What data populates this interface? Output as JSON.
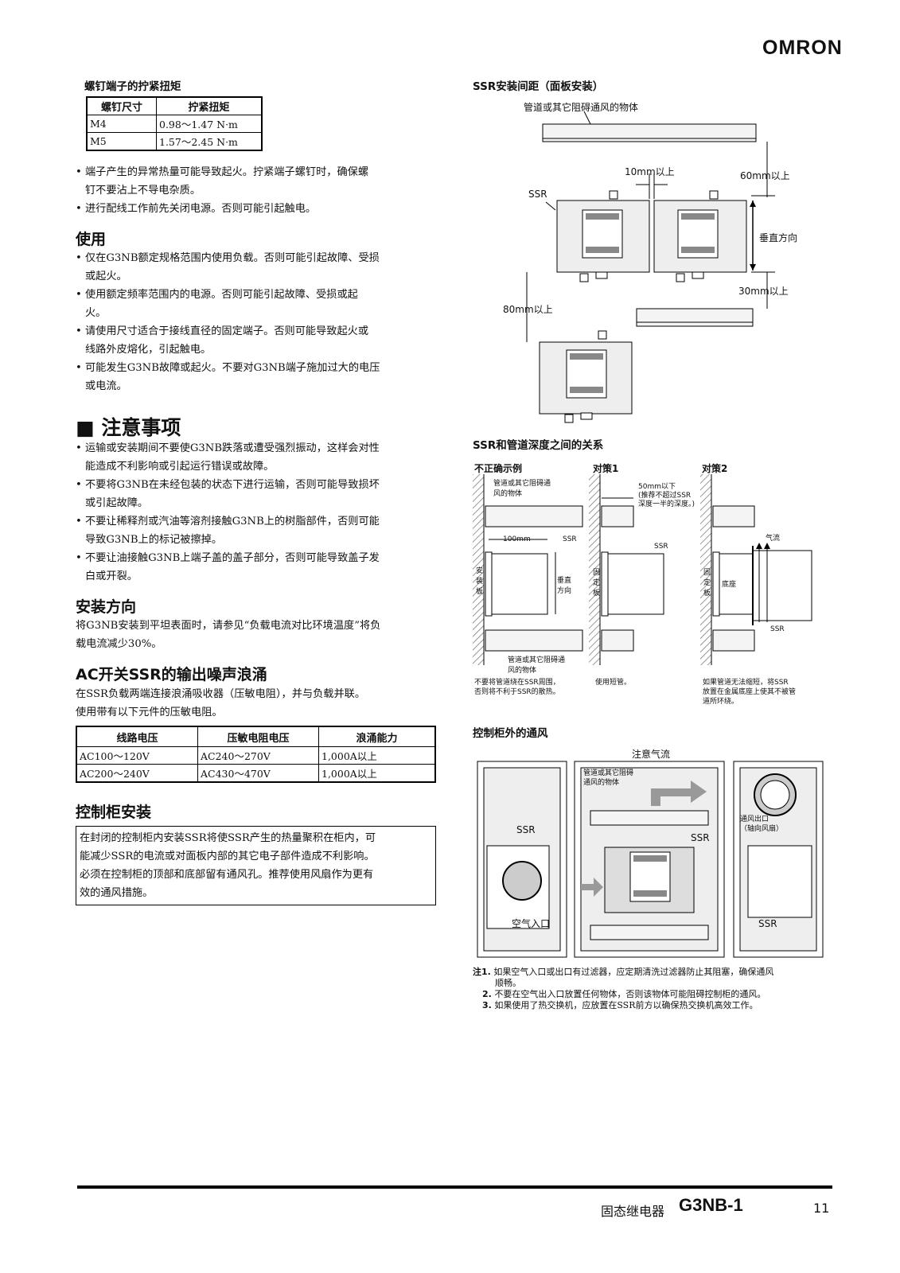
{
  "header": {
    "logo": "OMRON"
  },
  "left": {
    "torque": {
      "title": "螺钉端子的拧紧扭矩",
      "headers": [
        "螺钉尺寸",
        "拧紧扭矩"
      ],
      "rows": [
        [
          "M4",
          "0.98～1.47 N·m"
        ],
        [
          "M5",
          "1.57～2.45 N·m"
        ]
      ]
    },
    "torque_bullets": [
      "端子产生的异常热量可能导致起火。拧紧端子螺钉时，确保螺",
      "钉不要沾上不导电杂质。",
      "进行配线工作前先关闭电源。否则可能引起触电。"
    ],
    "use": {
      "title": "使用",
      "bullets": [
        [
          "仅在G3NB额定规格范围内使用负载。否则可能引起故障、受损",
          "或起火。"
        ],
        [
          "使用额定频率范围内的电源。否则可能引起故障、受损或起",
          "火。"
        ],
        [
          "请使用尺寸适合于接线直径的固定端子。否则可能导致起火或",
          "线路外皮熔化，引起触电。"
        ],
        [
          "可能发生G3NB故障或起火。不要对G3NB端子施加过大的电压",
          "或电流。"
        ]
      ]
    },
    "caution": {
      "title": "■ 注意事项",
      "bullets": [
        [
          "运输或安装期间不要使G3NB跌落或遭受强烈振动，这样会对性",
          "能造成不利影响或引起运行错误或故障。"
        ],
        [
          "不要将G3NB在未经包装的状态下进行运输，否则可能导致损坏",
          "或引起故障。"
        ],
        [
          "不要让稀释剂或汽油等溶剂接触G3NB上的树脂部件，否则可能",
          "导致G3NB上的标记被擦掉。"
        ],
        [
          "不要让油接触G3NB上端子盖的盖子部分，否则可能导致盖子发",
          "白或开裂。"
        ]
      ]
    },
    "mounting": {
      "title": "安装方向",
      "lines": [
        "将G3NB安装到平坦表面时，请参见“负载电流对比环境温度”将负",
        "载电流减少30%。"
      ]
    },
    "surge": {
      "title": "AC开关SSR的输出噪声浪涌",
      "lines": [
        "在SSR负载两端连接浪涌吸收器（压敏电阻），并与负载并联。",
        "使用带有以下元件的压敏电阻。"
      ],
      "headers": [
        "线路电压",
        "压敏电阻电压",
        "浪涌能力"
      ],
      "rows": [
        [
          "AC100～120V",
          "AC240～270V",
          "1,000A以上"
        ],
        [
          "AC200～240V",
          "AC430～470V",
          "1,000A以上"
        ]
      ]
    },
    "cabinet": {
      "title": "控制柜安装",
      "lines": [
        "在封闭的控制柜内安装SSR将使SSR产生的热量聚积在柜内，可",
        "能减少SSR的电流或对面板内部的其它电子部件造成不利影响。",
        "必须在控制柜的顶部和底部留有通风孔。推荐使用风扇作为更有",
        "效的通风措施。"
      ]
    }
  },
  "right": {
    "spacing": {
      "title": "SSR安装间距（面板安装）",
      "duct": "管道或其它阻碍通风的物体",
      "gap": "10mm以上",
      "top": "60mm以上",
      "ssr": "SSR",
      "vertical": "垂直方向",
      "bottom": "30mm以上",
      "below": "80mm以上"
    },
    "depth": {
      "title": "SSR和管道深度之间的关系",
      "bad": "不正确示例",
      "m1": "对策1",
      "m2": "对策2",
      "bad_duct": "管道或其它阻碍通风的物体",
      "dist": "100mm",
      "ssr": "SSR",
      "vertical": "垂直方向",
      "mount_plate": "安装板",
      "fix_plate": "固定板",
      "bad_duct2": "管道或其它阻碍通风的物体",
      "bad_note1": "不要将管道绕在SSR周围，",
      "bad_note2": "否则将不利于SSR的散热。",
      "m1_dim": "50mm以下",
      "m1_dim2": "(推荐不超过SSR",
      "m1_dim3": "深度一半的深度。)",
      "m1_note": "使用短管。",
      "airflow": "气流",
      "base": "底座",
      "m2_note1": "如果管道无法缩短，将SSR",
      "m2_note2": "放置在金属底座上使其不被管",
      "m2_note3": "道所环绕。"
    },
    "vent": {
      "title": "控制柜外的通风",
      "attention": "注意气流",
      "duct": "管道或其它阻碍",
      "duct2": "通风的物体",
      "ssr": "SSR",
      "air_in": "空气入口",
      "air_out": "通风出口",
      "air_out2": "（轴向风扇）"
    },
    "notes": [
      {
        "num": "注1.",
        "text": "如果空气入口或出口有过滤器，应定期清洗过滤器防止其阻塞，确保通风",
        "cont": "顺畅。"
      },
      {
        "num": "2.",
        "text": "不要在空气出入口放置任何物体，否则该物体可能阻碍控制柜的通风。",
        "cont": ""
      },
      {
        "num": "3.",
        "text": "如果使用了热交换机，应放置在SSR前方以确保热交换机高效工作。",
        "cont": ""
      }
    ]
  },
  "footer": {
    "product_label": "固态继电器",
    "model": "G3NB-1",
    "page": "11"
  }
}
